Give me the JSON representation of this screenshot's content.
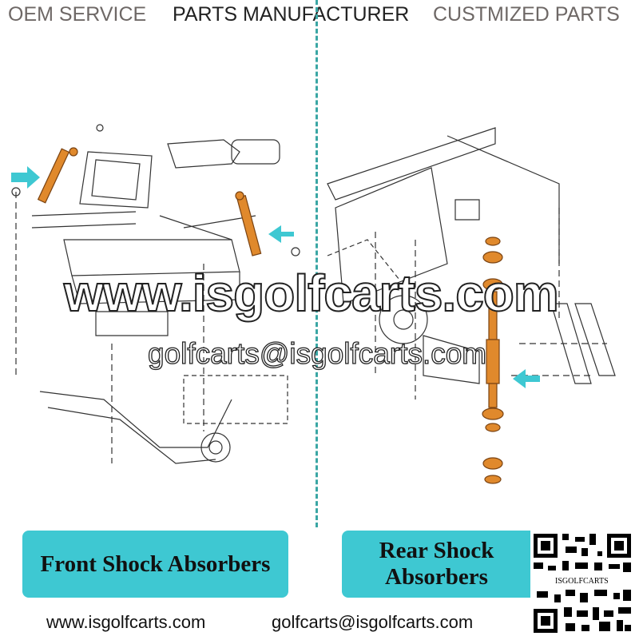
{
  "header": {
    "items": [
      "OEM SERVICE",
      "PARTS MANUFACTURER",
      "CUSTMIZED PARTS"
    ]
  },
  "watermark": {
    "website": "www.isgolfcarts.com",
    "email": "golfcarts@isgolfcarts.com"
  },
  "labels": {
    "front": "Front Shock Absorbers",
    "rear": "Rear Shock Absorbers"
  },
  "qr": {
    "label": "ISGOLFCARTS"
  },
  "footer": {
    "website": "www.isgolfcarts.com",
    "email": "golfcarts@isgolfcarts.com"
  },
  "colors": {
    "accent": "#3ec8d2",
    "shock": "#e0892c",
    "divider": "#3aa6a4"
  }
}
